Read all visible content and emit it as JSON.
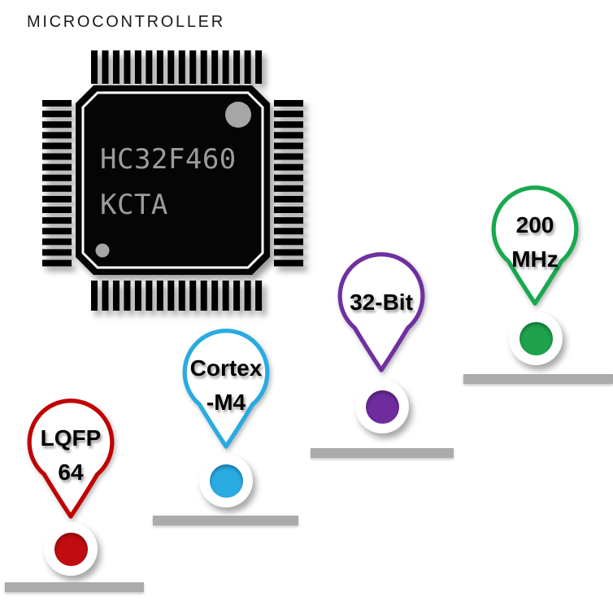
{
  "title": "MICROCONTROLLER",
  "chip": {
    "label_line1": "HC32F460",
    "label_line2": "KCTA",
    "body_color": "#050505",
    "label_color": "#9C9C9C",
    "marker_color": "#A6A6A6"
  },
  "bar_color": "#ACABAB",
  "features": [
    {
      "id": "package",
      "lines": [
        "LQFP",
        "64"
      ],
      "color": "#C00000",
      "dot_color": "#C00C10"
    },
    {
      "id": "core",
      "lines": [
        "Cortex",
        "-M4"
      ],
      "color": "#29ABE2",
      "dot_color": "#29ABE2"
    },
    {
      "id": "architecture",
      "lines": [
        "32-Bit"
      ],
      "color": "#7030A0",
      "dot_color": "#6E2C9E"
    },
    {
      "id": "frequency",
      "lines": [
        "200",
        "MHz"
      ],
      "color": "#17A94E",
      "dot_color": "#1FA24C"
    }
  ]
}
